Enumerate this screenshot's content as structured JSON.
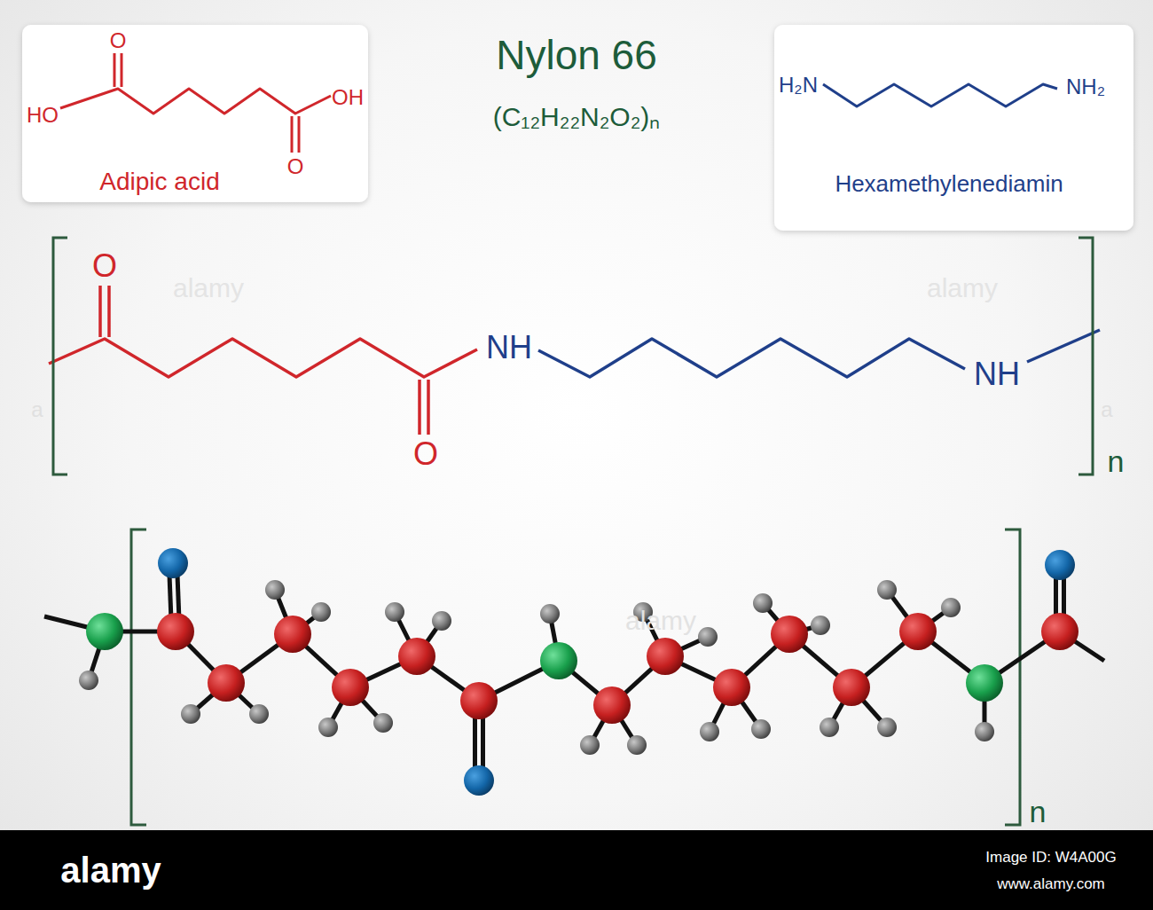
{
  "diagram": {
    "title": "Nylon 66",
    "nodes": [
      {
        "text": [
          "HO",
          "OH",
          "O",
          "O",
          "Adipic acid"
        ]
      },
      {
        "text": [
          "H₂N",
          "NH₂",
          "Hexamethylenediamin"
        ]
      }
    ],
    "labels": [
      "(C₁₂H₂₂N₂O₂)ₙ",
      "O",
      "O",
      "NH",
      "NH",
      "n",
      "n",
      "alamy",
      "alamy",
      "alamy",
      "a",
      "a",
      "alamy",
      "Image ID: W4A00G",
      "www.alamy.com"
    ]
  }
}
